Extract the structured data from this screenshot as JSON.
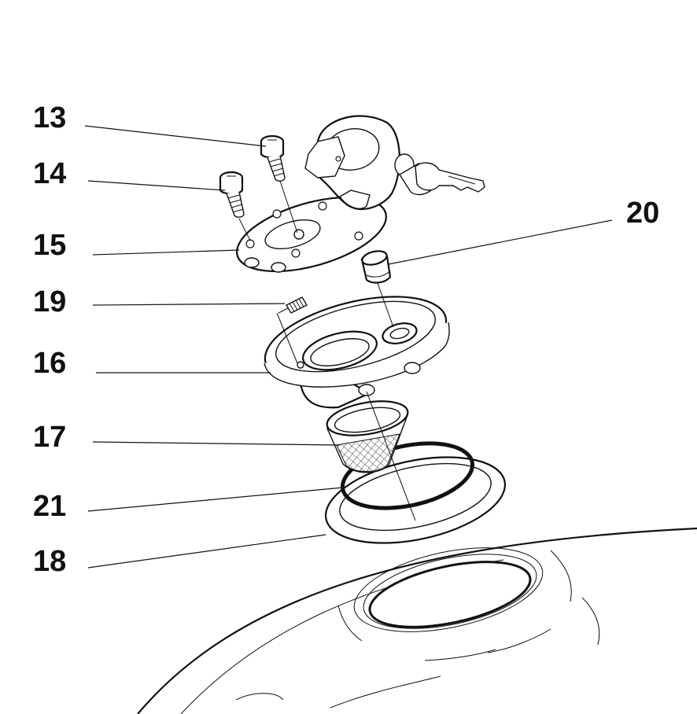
{
  "diagram": {
    "callouts": [
      {
        "id": "13",
        "label": "13"
      },
      {
        "id": "14",
        "label": "14"
      },
      {
        "id": "15",
        "label": "15"
      },
      {
        "id": "19",
        "label": "19"
      },
      {
        "id": "16",
        "label": "16"
      },
      {
        "id": "17",
        "label": "17"
      },
      {
        "id": "21",
        "label": "21"
      },
      {
        "id": "18",
        "label": "18"
      },
      {
        "id": "20",
        "label": "20"
      }
    ]
  }
}
